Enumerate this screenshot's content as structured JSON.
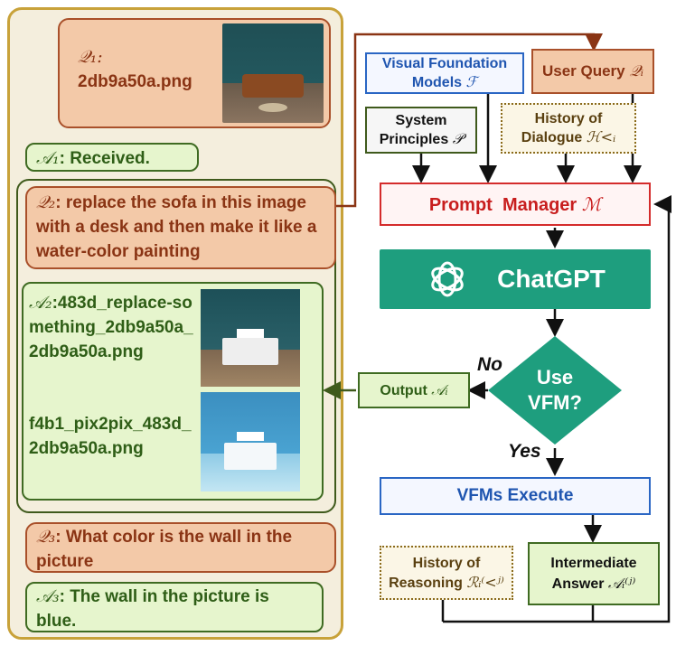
{
  "dialogue": {
    "q1_label": "𝒬₁:",
    "q1_text": "2db9a50a.png",
    "a1_label": "𝒜₁",
    "a1_text": ": Received.",
    "q2_label": "𝒬₂",
    "q2_text": ": replace the sofa in this image with a desk and then make it like a water-color painting",
    "a2_label": "𝒜₂",
    "a2_text1": ":483d_replace-something_2db9a50a_2db9a50a.png",
    "a2_text2": "f4b1_pix2pix_483d_2db9a50a.png",
    "q3_label": "𝒬₃",
    "q3_text": ": What color is the wall in the picture",
    "a3_label": "𝒜₃",
    "a3_text": ": The wall in the picture is blue."
  },
  "flow": {
    "vfm_label": "Visual Foundation Models",
    "vfm_sym": "ℱ",
    "user_query_label": "User Query",
    "user_query_sym": "𝒬ᵢ",
    "system_label": "System Principles",
    "system_sym": "𝒫",
    "history_dialogue_label": "History of Dialogue",
    "history_dialogue_sym": "ℋ<ᵢ",
    "prompt_manager_label": "Prompt  Manager",
    "prompt_manager_sym": "ℳ",
    "chatgpt_label": "ChatGPT",
    "decision_label": "Use VFM?",
    "no_label": "No",
    "yes_label": "Yes",
    "output_label": "Output",
    "output_sym": "𝒜ᵢ",
    "vfm_execute_label": "VFMs Execute",
    "history_reasoning_label": "History of Reasoning",
    "history_reasoning_sym": "ℛᵢ⁽<ʲ⁾",
    "intermediate_label": "Intermediate Answer",
    "intermediate_sym": "𝒜ᵢ⁽ʲ⁾"
  },
  "colors": {
    "panel_border": "#c8a23a",
    "question_fill": "#f3c9a8",
    "answer_fill": "#e6f5cd",
    "chatgpt_fill": "#1e9e7e",
    "decision_fill": "#1e9e7e",
    "prompt_border": "#d42b2b",
    "vfm_border": "#2a66c4"
  },
  "icons": [
    "openai-logo-icon"
  ]
}
